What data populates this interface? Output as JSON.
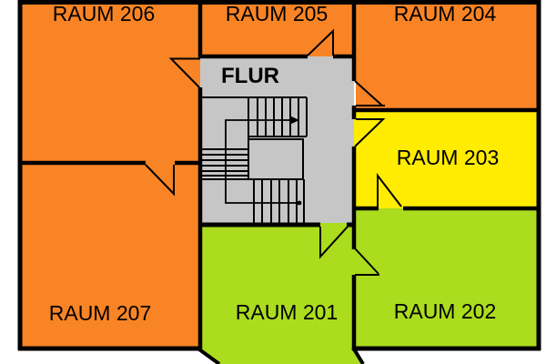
{
  "plan": {
    "corridor": {
      "label": "FLUR",
      "color": "#C6C6C6"
    },
    "rooms": {
      "r201": {
        "label": "RAUM 201",
        "color": "#ABDC1E"
      },
      "r202": {
        "label": "RAUM 202",
        "color": "#ABDC1E"
      },
      "r203": {
        "label": "RAUM 203",
        "color": "#FFEC00"
      },
      "r204": {
        "label": "RAUM 204",
        "color": "#F98425"
      },
      "r205": {
        "label": "RAUM 205",
        "color": "#F98425"
      },
      "r206": {
        "label": "RAUM 206",
        "color": "#F98425"
      },
      "r207": {
        "label": "RAUM 207",
        "color": "#F98425"
      }
    },
    "colors": {
      "wall": "#000000",
      "background": "#FFFFFF",
      "orange": "#F98425",
      "yellow": "#FFEC00",
      "green": "#ABDC1E",
      "gray": "#C6C6C6"
    },
    "stairs": {
      "shape": "u-shaped",
      "icons": {
        "up_direction": "arrow-right-icon",
        "start_point": "dot-icon"
      }
    },
    "doors": [
      {
        "between": "FLUR / RAUM 206"
      },
      {
        "between": "FLUR / RAUM 205"
      },
      {
        "between": "FLUR / RAUM 204"
      },
      {
        "between": "FLUR / RAUM 203"
      },
      {
        "between": "RAUM 203 / RAUM 202"
      },
      {
        "between": "RAUM 206 / RAUM 207"
      },
      {
        "between": "FLUR / RAUM 201"
      },
      {
        "between": "RAUM 201 / RAUM 202"
      }
    ]
  }
}
